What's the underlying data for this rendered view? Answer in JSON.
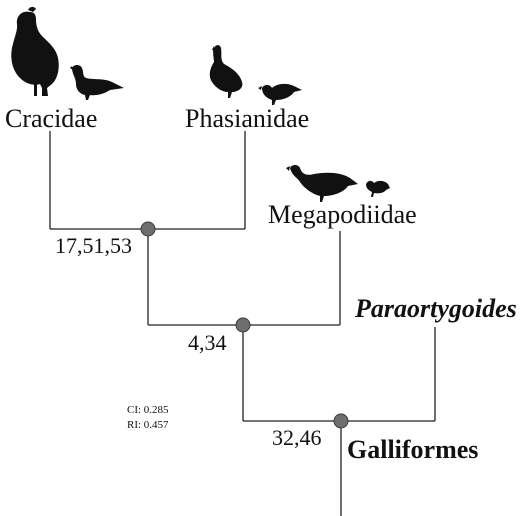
{
  "taxa": {
    "cracidae": "Cracidae",
    "phasianidae": "Phasianidae",
    "megapodiidae": "Megapodiidae",
    "paraortygoides": "Paraortygoides",
    "galliformes": "Galliformes"
  },
  "nodes": {
    "node1_support": "17,51,53",
    "node2_support": "4,34",
    "node3_support": "32,46"
  },
  "stats": {
    "ci": "CI: 0.285",
    "ri": "RI: 0.457"
  },
  "icons": [
    "guan-silhouette",
    "pheasant-silhouette",
    "turkey-silhouette",
    "megapode-silhouette",
    "chick-silhouette"
  ],
  "colors": {
    "node_fill": "#6e6e6e",
    "line": "#222222"
  }
}
